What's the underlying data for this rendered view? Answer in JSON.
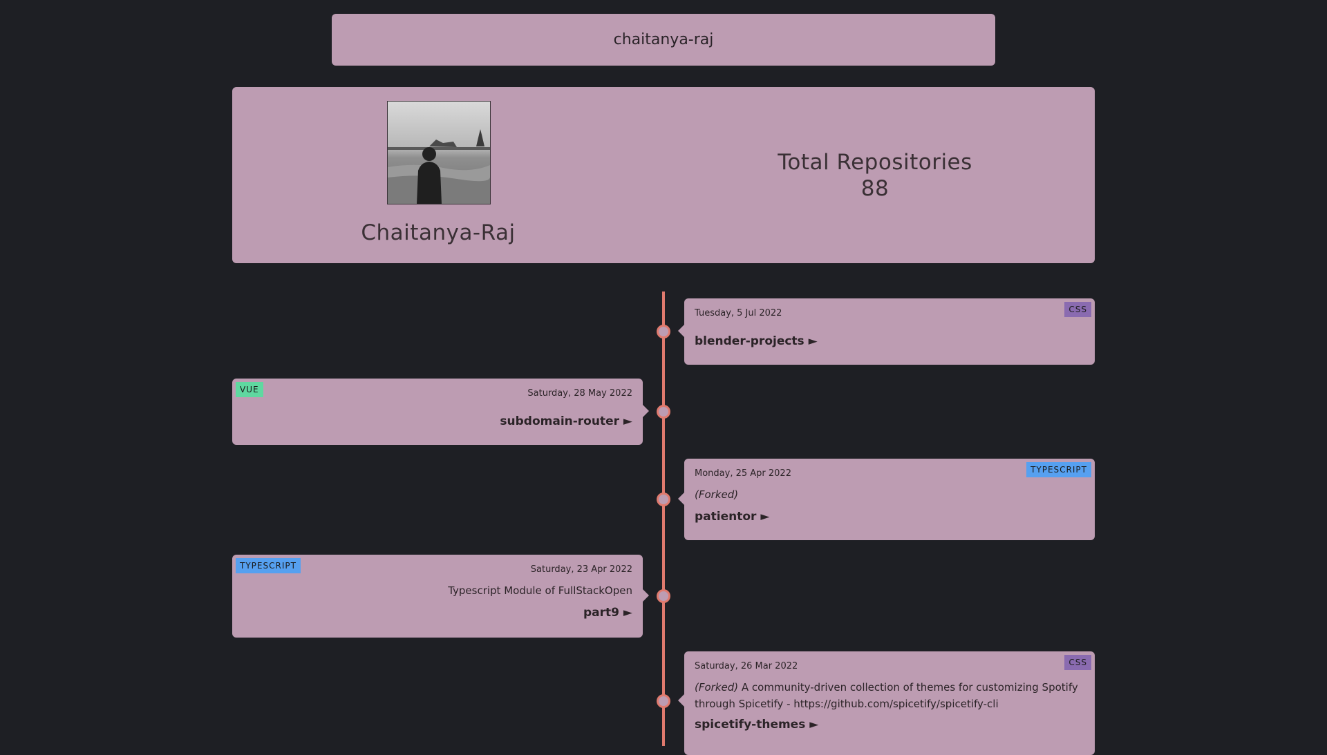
{
  "header": {
    "title": "chaitanya-raj"
  },
  "profile": {
    "name": "Chaitanya-Raj",
    "repos_label": "Total Repositories",
    "repos_count": "88"
  },
  "colors": {
    "accent_line": "#e07a6e",
    "card_bg": "#bd9cb2",
    "page_bg": "#1e1f24",
    "css_badge": "#8a6bb0",
    "vue_badge": "#5fd8a0",
    "typescript_badge": "#56a0f0"
  },
  "timeline": [
    {
      "side": "right",
      "date": "Tuesday, 5 Jul 2022",
      "language": "CSS",
      "forked": "",
      "description": "",
      "repo": "blender-projects ►"
    },
    {
      "side": "left",
      "date": "Saturday, 28 May 2022",
      "language": "VUE",
      "forked": "",
      "description": "",
      "repo": "subdomain-router ►"
    },
    {
      "side": "right",
      "date": "Monday, 25 Apr 2022",
      "language": "TYPESCRIPT",
      "forked": "(Forked)",
      "description": "",
      "repo": "patientor ►"
    },
    {
      "side": "left",
      "date": "Saturday, 23 Apr 2022",
      "language": "TYPESCRIPT",
      "forked": "",
      "description": "Typescript Module of FullStackOpen",
      "repo": "part9 ►"
    },
    {
      "side": "right",
      "date": "Saturday, 26 Mar 2022",
      "language": "CSS",
      "forked": "(Forked)",
      "description": "A community-driven collection of themes for customizing Spotify through Spicetify - https://github.com/spicetify/spicetify-cli",
      "repo": "spicetify-themes ►"
    }
  ]
}
